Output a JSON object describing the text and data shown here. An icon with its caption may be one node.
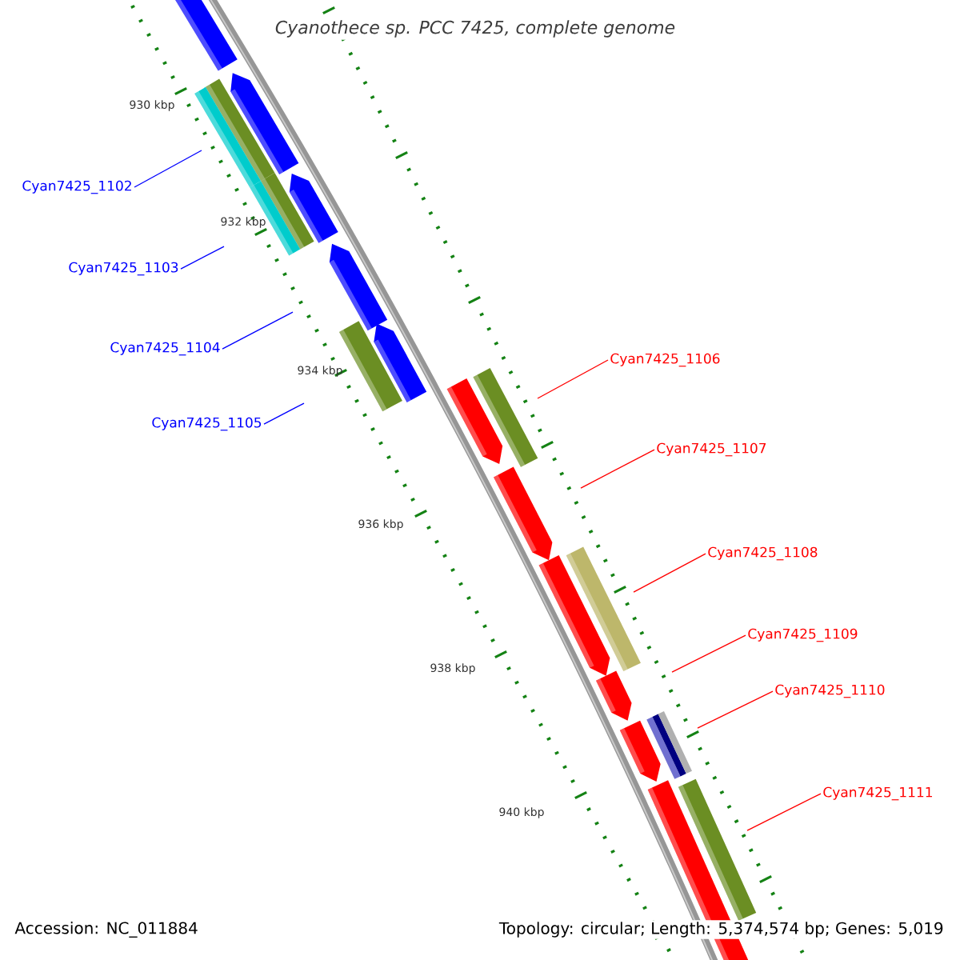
{
  "diagram": {
    "title": "Cyanothece sp. PCC 7425, complete genome",
    "nodes": [
      {
        "text": [
          "Cyan7425_1102"
        ]
      },
      {
        "text": [
          "Cyan7425_1103"
        ]
      },
      {
        "text": [
          "Cyan7425_1104"
        ]
      },
      {
        "text": [
          "Cyan7425_1105"
        ]
      },
      {
        "text": [
          "Cyan7425_1106"
        ]
      },
      {
        "text": [
          "Cyan7425_1107"
        ]
      },
      {
        "text": [
          "Cyan7425_1108"
        ]
      },
      {
        "text": [
          "Cyan7425_1109"
        ]
      },
      {
        "text": [
          "Cyan7425_1110"
        ]
      },
      {
        "text": [
          "Cyan7425_1111"
        ]
      }
    ],
    "edges": [
      {
        "from": 0,
        "to": null,
        "arrow": "none",
        "color": "#0000ff"
      },
      {
        "from": 1,
        "to": null,
        "arrow": "none",
        "color": "#0000ff"
      },
      {
        "from": 2,
        "to": null,
        "arrow": "none",
        "color": "#0000ff"
      },
      {
        "from": 3,
        "to": null,
        "arrow": "none",
        "color": "#0000ff"
      },
      {
        "from": 4,
        "to": null,
        "arrow": "none"
      },
      {
        "from": 5,
        "to": null,
        "arrow": "none"
      },
      {
        "from": 6,
        "to": null,
        "arrow": "none"
      },
      {
        "from": 7,
        "to": null,
        "arrow": "none"
      },
      {
        "from": 8,
        "to": null,
        "arrow": "none"
      },
      {
        "from": 9,
        "to": null,
        "arrow": "none"
      }
    ],
    "labels": [
      "930 kbp",
      "932 kbp",
      "934 kbp",
      "936 kbp",
      "938 kbp",
      "940 kbp",
      "Accession: NC_011884",
      "Topology: circular; Length: 5,374,574 bp; Genes: 5,019"
    ]
  }
}
